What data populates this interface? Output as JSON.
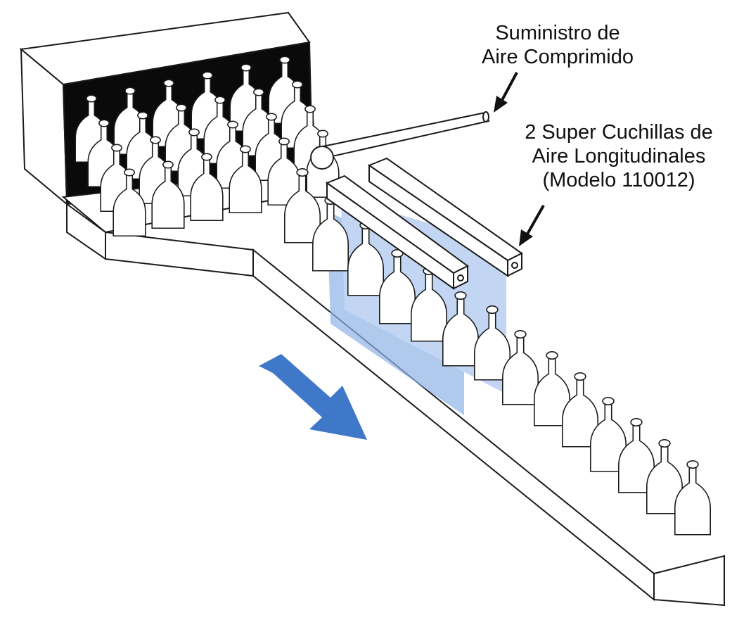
{
  "labels": {
    "air_supply": [
      "Suministro de",
      "Aire Comprimido"
    ],
    "air_knives": [
      "2 Super Cuchillas de",
      "Aire Longitudinales",
      "(Modelo 110012)"
    ]
  },
  "colors": {
    "outline": "#1a1a1a",
    "arrow": "#3f78c8",
    "air_stream": "#8fb4e8",
    "box_interior": "#0a0a0a"
  },
  "icons": {
    "flow_direction": "arrow-down-right-icon"
  }
}
